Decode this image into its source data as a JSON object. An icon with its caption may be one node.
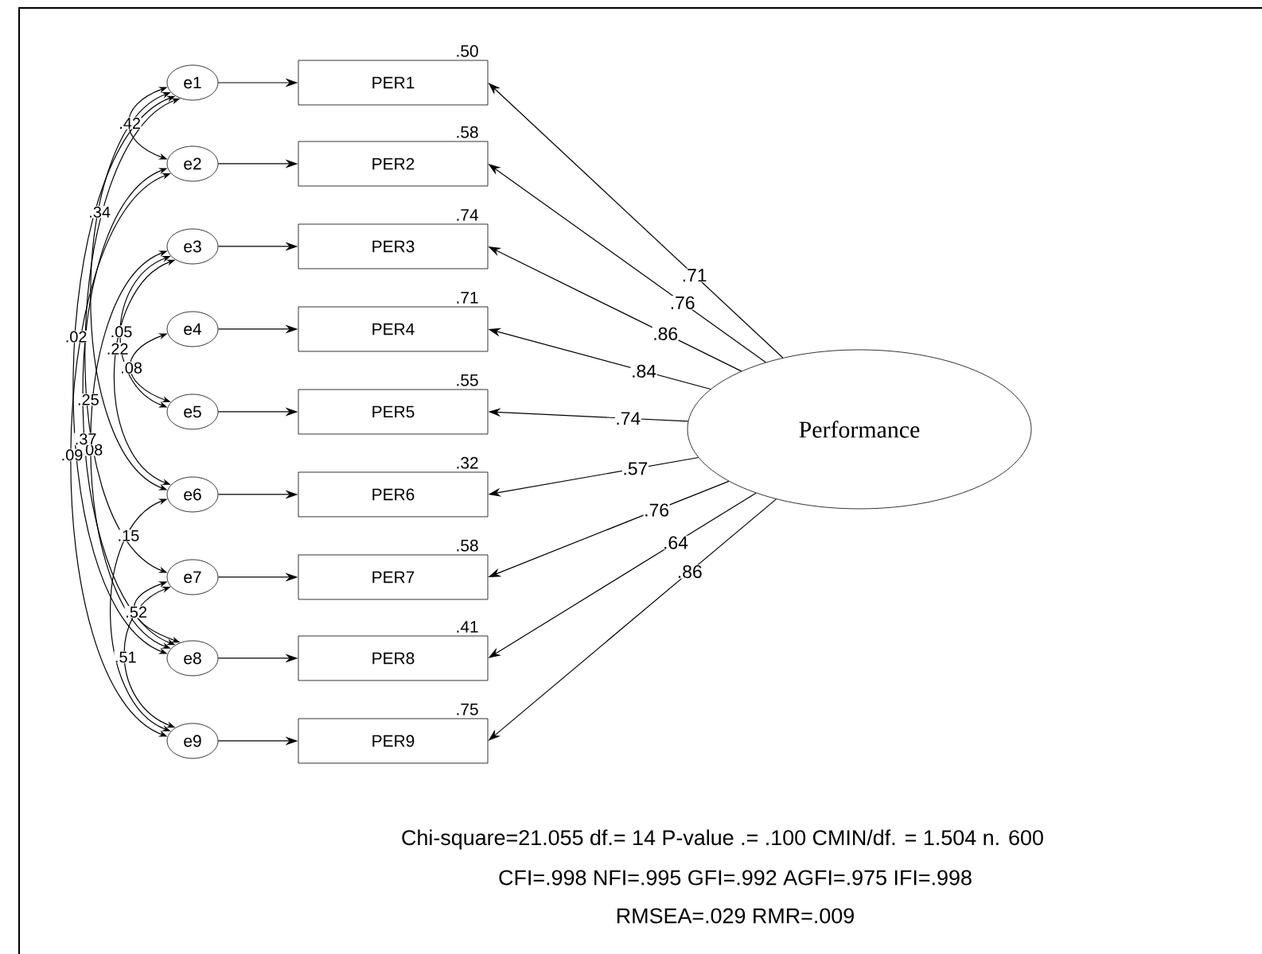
{
  "diagram": {
    "nodes": [
      {
        "text": [
          "e1"
        ]
      },
      {
        "text": [
          "e2"
        ]
      },
      {
        "text": [
          "e3"
        ]
      },
      {
        "text": [
          "e4"
        ]
      },
      {
        "text": [
          "e5"
        ]
      },
      {
        "text": [
          "e6"
        ]
      },
      {
        "text": [
          "e7"
        ]
      },
      {
        "text": [
          "e8"
        ]
      },
      {
        "text": [
          "e9"
        ]
      },
      {
        "text": [
          "PER1"
        ],
        "beside": [
          ".50"
        ]
      },
      {
        "text": [
          "PER2"
        ],
        "beside": [
          ".58"
        ]
      },
      {
        "text": [
          "PER3"
        ],
        "beside": [
          ".74"
        ]
      },
      {
        "text": [
          "PER4"
        ],
        "beside": [
          ".71"
        ]
      },
      {
        "text": [
          "PER5"
        ],
        "beside": [
          ".55"
        ]
      },
      {
        "text": [
          "PER6"
        ],
        "beside": [
          ".32"
        ]
      },
      {
        "text": [
          "PER7"
        ],
        "beside": [
          ".58"
        ]
      },
      {
        "text": [
          "PER8"
        ],
        "beside": [
          ".41"
        ]
      },
      {
        "text": [
          "PER9"
        ],
        "beside": [
          ".75"
        ]
      },
      {
        "text": [
          "Performance"
        ]
      }
    ],
    "edges": [
      {
        "from": 0,
        "to": 9,
        "arrow": "to"
      },
      {
        "from": 1,
        "to": 10,
        "arrow": "to"
      },
      {
        "from": 2,
        "to": 11,
        "arrow": "to"
      },
      {
        "from": 3,
        "to": 12,
        "arrow": "to"
      },
      {
        "from": 4,
        "to": 13,
        "arrow": "to"
      },
      {
        "from": 5,
        "to": 14,
        "arrow": "to"
      },
      {
        "from": 6,
        "to": 15,
        "arrow": "to"
      },
      {
        "from": 7,
        "to": 16,
        "arrow": "to"
      },
      {
        "from": 8,
        "to": 17,
        "arrow": "to"
      },
      {
        "from": 18,
        "to": 9,
        "arrow": "to",
        "label": ".71"
      },
      {
        "from": 18,
        "to": 10,
        "arrow": "to",
        "label": ".76"
      },
      {
        "from": 18,
        "to": 11,
        "arrow": "to",
        "label": ".86"
      },
      {
        "from": 18,
        "to": 12,
        "arrow": "to",
        "label": ".84"
      },
      {
        "from": 18,
        "to": 13,
        "arrow": "to",
        "label": ".74"
      },
      {
        "from": 18,
        "to": 14,
        "arrow": "to",
        "label": ".57"
      },
      {
        "from": 18,
        "to": 15,
        "arrow": "to",
        "label": ".76"
      },
      {
        "from": 18,
        "to": 16,
        "arrow": "to",
        "label": ".64"
      },
      {
        "from": 18,
        "to": 17,
        "arrow": "to",
        "label": ".86"
      },
      {
        "from": 0,
        "to": 1,
        "arrow": "both",
        "label": ".42"
      },
      {
        "from": 0,
        "to": 5,
        "arrow": "both",
        "label": ".34"
      },
      {
        "from": 0,
        "to": 7,
        "arrow": "both",
        "label": ".02"
      },
      {
        "from": 2,
        "to": 7,
        "arrow": "both",
        "label": ".08"
      },
      {
        "from": 2,
        "to": 4,
        "arrow": "both",
        "label": ".05"
      },
      {
        "from": 3,
        "to": 4,
        "arrow": "both",
        "label": ".08"
      },
      {
        "from": 0,
        "to": 6,
        "arrow": "both",
        "label": ".25"
      },
      {
        "from": 1,
        "to": 7,
        "arrow": "both",
        "label": ".37"
      },
      {
        "from": 1,
        "to": 8,
        "arrow": "both",
        "label": ".09"
      },
      {
        "from": 2,
        "to": 5,
        "arrow": "both",
        "label": ".22"
      },
      {
        "from": 5,
        "to": 8,
        "arrow": "both",
        "label": ".15"
      },
      {
        "from": 6,
        "to": 7,
        "arrow": "both",
        "label": ".52"
      },
      {
        "from": 6,
        "to": 8,
        "arrow": "both",
        "label": ".51"
      }
    ],
    "labels": [
      "Chi-square=21.055   df.= 14   P-value .= .100 CMIN/df. = 1.504  n. 600",
      "CFI=.998  NFI=.995  GFI=.992  AGFI=.975  IFI=.998",
      "RMSEA=.029 RMR=.009"
    ]
  }
}
